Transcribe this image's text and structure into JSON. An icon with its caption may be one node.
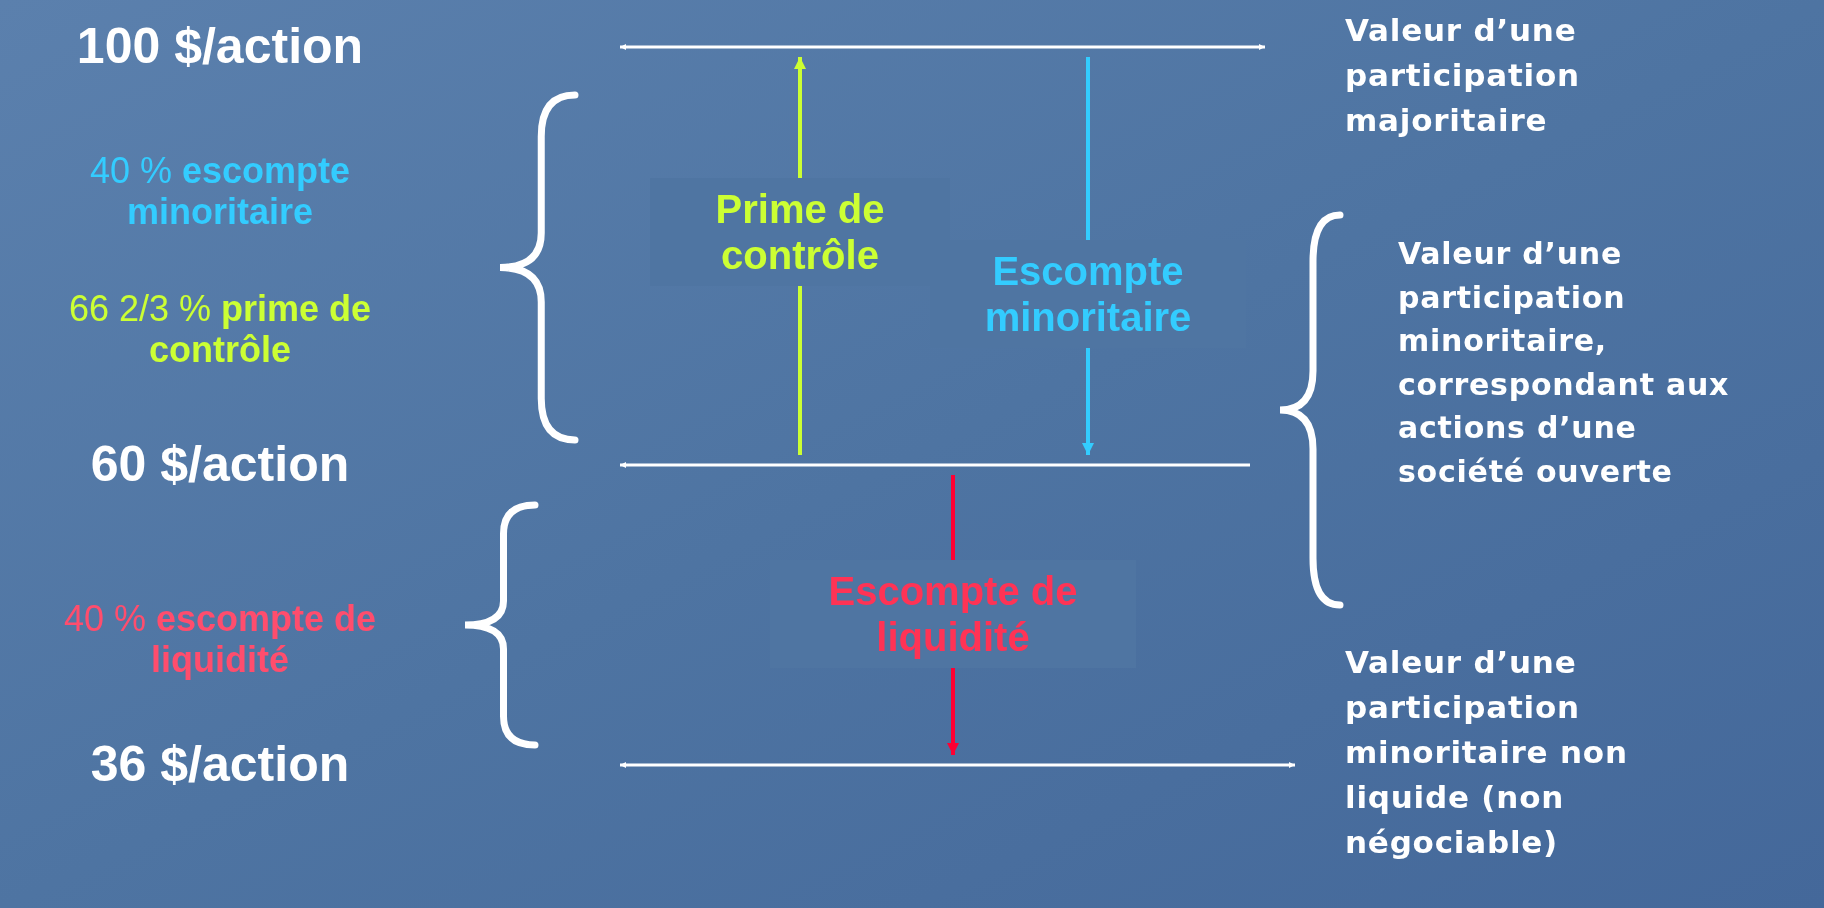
{
  "diagram": {
    "nodes": [
      {
        "text": [],
        "shape": "bar",
        "beside": [
          "Valeur d’une participation majoritaire"
        ]
      },
      {
        "text": [],
        "shape": "bar"
      },
      {
        "text": [],
        "shape": "bar",
        "beside": [
          "Valeur d’une participation minoritaire non liquide (non négociable)"
        ]
      }
    ],
    "edges": [
      {
        "from": 1,
        "to": 0,
        "arrow": "to",
        "label": "Prime de contrôle",
        "color": "#ccff33"
      },
      {
        "from": 0,
        "to": 1,
        "arrow": "to",
        "label": "Escompte minoritaire",
        "color": "#33ccff"
      },
      {
        "from": 1,
        "to": 2,
        "arrow": "to",
        "label": "Escompte de liquidité",
        "color": "#ff0033"
      }
    ],
    "labels": [
      "100 $/action",
      "40 % **escompte minoritaire**",
      "66 2/3 % **prime de contrôle**",
      "60 $/action",
      "40 % **escompte de liquidité**",
      "36 $/action",
      "Valeur d’une participation minoritaire, correspondant aux actions d’une société ouverte"
    ]
  }
}
